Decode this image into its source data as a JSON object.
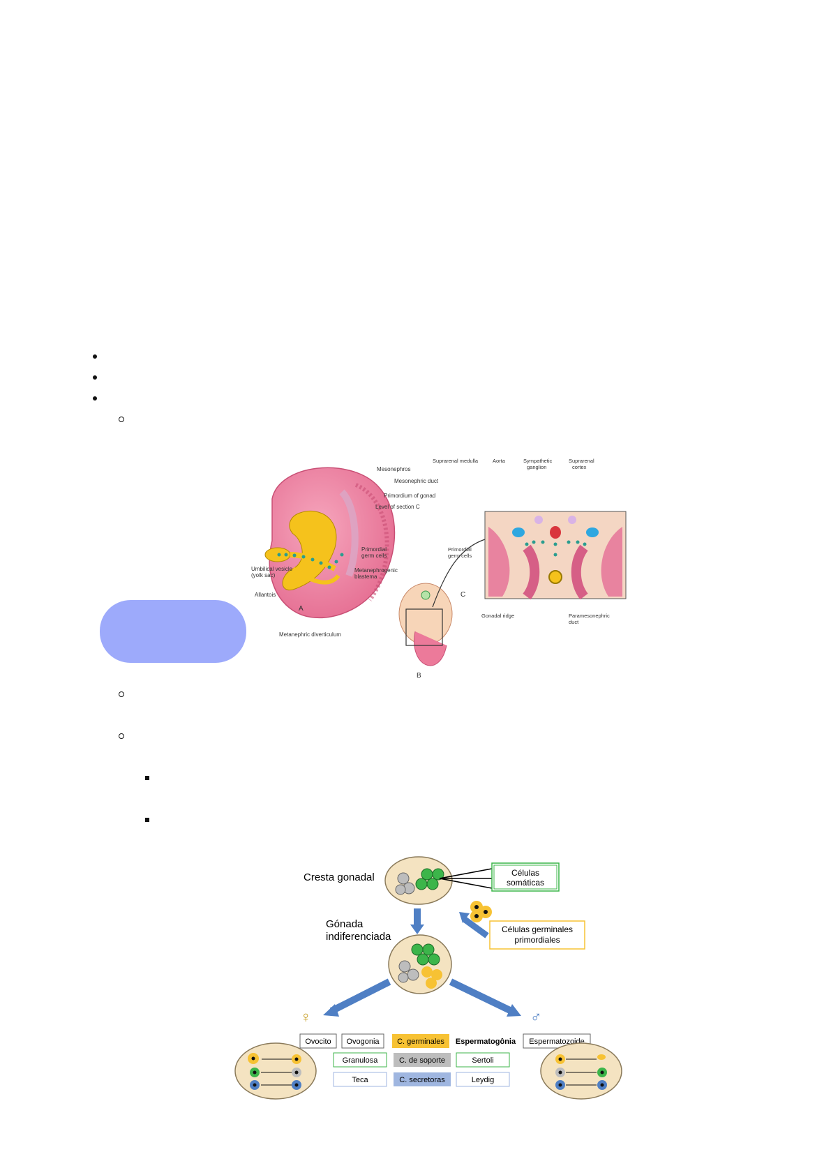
{
  "figure1": {
    "labels": {
      "mesonephros": "Mesonephros",
      "mesonephric_duct": "Mesonephric duct",
      "primordium_gonad": "Primordium of gonad",
      "level_section_c": "Level of section C",
      "umbilical_vesicle": "Umbilical vesicle",
      "yolk_sac": "(yolk sac)",
      "allantois": "Allantois",
      "pgc_1": "Primordial",
      "pgc_2": "germ cells",
      "metanephrogenic_1": "Metanephrogenic",
      "metanephrogenic_2": "blastema",
      "metanephric_diverticulum": "Metanephric diverticulum",
      "panel_a": "A",
      "panel_b": "B",
      "panel_c": "C",
      "suprarenal_medulla": "Suprarenal medulla",
      "aorta": "Aorta",
      "sympathetic_1": "Sympathetic",
      "sympathetic_2": "ganglion",
      "suprarenal_cortex_1": "Suprarenal",
      "suprarenal_cortex_2": "cortex",
      "c_pgc_1": "Primordial",
      "c_pgc_2": "germ cells",
      "gonadal_ridge": "Gonadal ridge",
      "paramesonephric_1": "Paramesonephric",
      "paramesonephric_2": "duct"
    }
  },
  "figure2": {
    "cresta_gonadal": "Cresta gonadal",
    "celulas_somaticas_1": "Células",
    "celulas_somaticas_2": "somáticas",
    "germinales_1": "Células germinales",
    "germinales_2": "primordiales",
    "gonada_1": "Gónada",
    "gonada_2": "indiferenciada",
    "female_symbol": "♀",
    "male_symbol": "♂",
    "row1": [
      "Ovocito",
      "Ovogonia",
      "C. germinales",
      "Espermatogônia",
      "Espermatozoide"
    ],
    "row2": [
      "Granulosa",
      "C. de soporte",
      "Sertoli"
    ],
    "row3": [
      "Teca",
      "C. secretoras",
      "Leydig"
    ],
    "colors": {
      "germinal": "#f7c234",
      "support": "#bdbdbd",
      "secretory": "#9fb6e0",
      "somatic_green": "#3cb54a",
      "arrow_blue": "#4f7fc4"
    }
  }
}
